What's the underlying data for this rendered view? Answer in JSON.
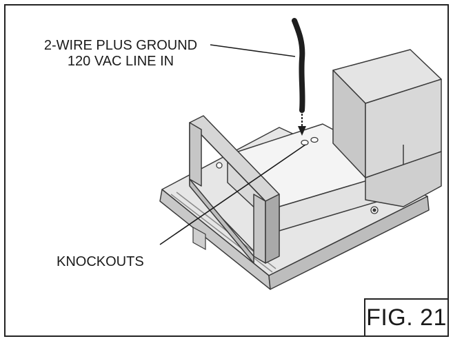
{
  "callouts": {
    "line_in_line1": "2-WIRE PLUS GROUND",
    "line_in_line2": "120 VAC LINE IN",
    "knockouts": "KNOCKOUTS"
  },
  "figure_label": "FIG. 21",
  "colors": {
    "stroke": "#3a3a3a",
    "light_face": "#ececec",
    "mid_face": "#d4d4d4",
    "dark_face": "#b8b8b8",
    "cable": "#1e1e1e"
  }
}
